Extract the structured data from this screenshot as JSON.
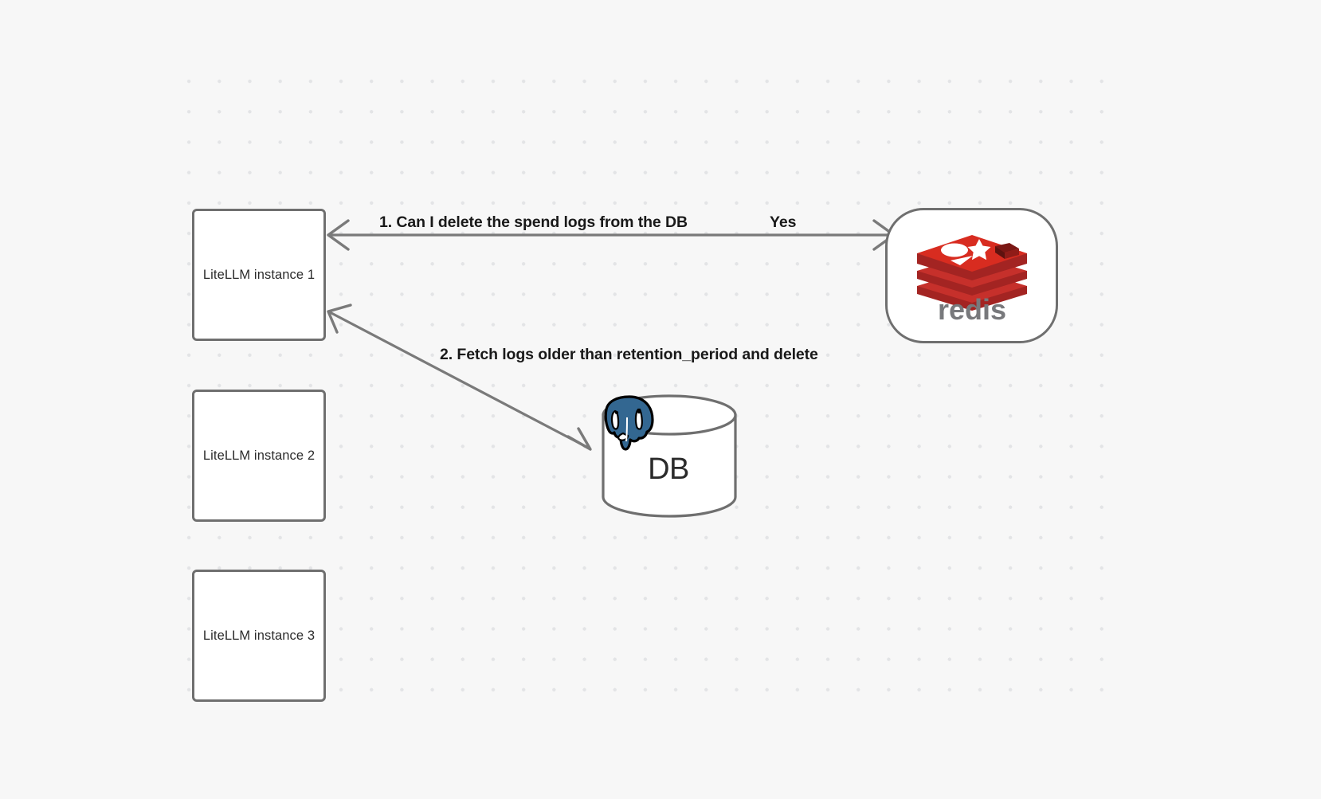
{
  "diagram": {
    "title": "LiteLLM spend log deletion flow",
    "background_color": "#f7f7f7",
    "grid": "dot-grid",
    "nodes": [
      {
        "id": "litellm-1",
        "label": "LiteLLM instance 1",
        "shape": "rounded-rect"
      },
      {
        "id": "litellm-2",
        "label": "LiteLLM instance 2",
        "shape": "rounded-rect"
      },
      {
        "id": "litellm-3",
        "label": "LiteLLM instance 3",
        "shape": "rounded-rect"
      },
      {
        "id": "redis",
        "label": "redis",
        "shape": "stadium",
        "logo": "redis-logo",
        "logo_color": "#c6302b"
      },
      {
        "id": "db",
        "label": "DB",
        "shape": "cylinder",
        "logo": "postgresql-elephant-logo",
        "logo_color": "#336791"
      }
    ],
    "edges": [
      {
        "id": "edge-1",
        "from": "redis",
        "to": "litellm-1",
        "label": "1.  Can I delete the spend logs from the DB",
        "secondary_label": "Yes"
      },
      {
        "id": "edge-2",
        "from": "db",
        "to": "litellm-1",
        "label": "2.  Fetch logs older than retention_period and delete"
      }
    ],
    "labels": {
      "step_1": "1.  Can I delete the spend logs from the DB",
      "yes": "Yes",
      "step_2": "2.  Fetch logs older than retention_period and delete",
      "db_text": "DB",
      "redis_wordmark": "redis"
    },
    "colors": {
      "node_border": "#6f6f6f",
      "node_fill": "#ffffff",
      "edge": "#7a7a7a",
      "text": "#2b2b2b",
      "label_text": "#191919",
      "redis_red": "#c6302b",
      "postgres_blue": "#336791",
      "grid_dot": "#e3e4e6"
    }
  }
}
